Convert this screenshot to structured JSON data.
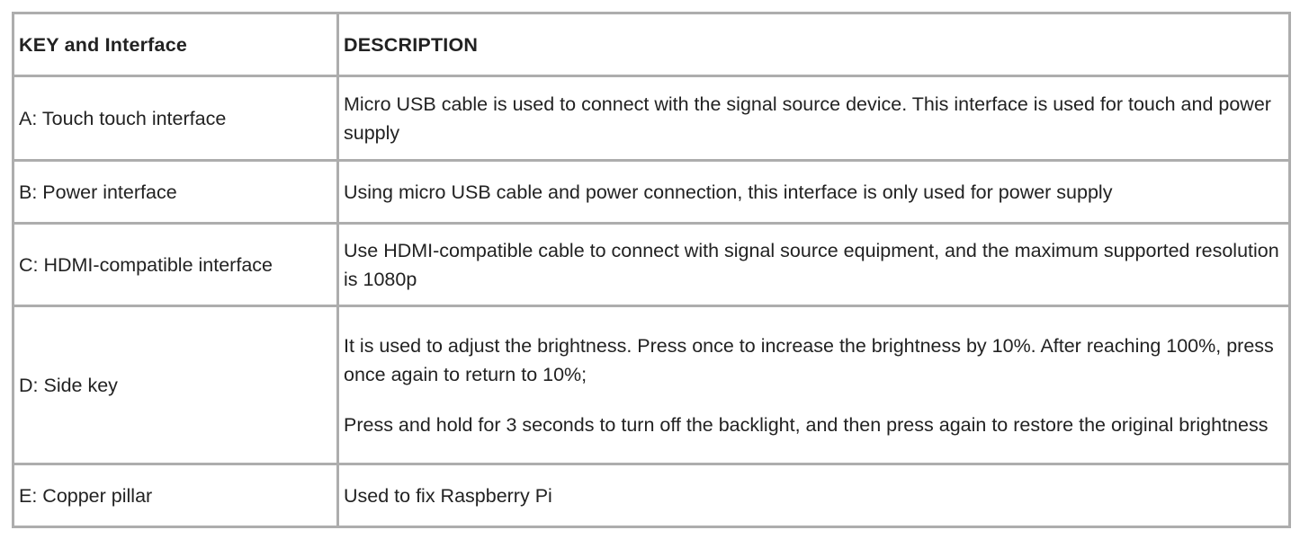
{
  "table": {
    "headers": {
      "key": "KEY and Interface",
      "description": "DESCRIPTION"
    },
    "rows": [
      {
        "key": "A: Touch touch interface",
        "description": [
          "Micro USB cable is used to connect with the signal source device. This interface is used for touch and power supply"
        ]
      },
      {
        "key": "B: Power interface",
        "description": [
          "Using micro USB cable and power connection, this interface is only used for power supply"
        ]
      },
      {
        "key": "C: HDMI-compatible interface",
        "description": [
          "Use HDMI-compatible cable to connect with signal source equipment, and the maximum supported resolution is 1080p"
        ]
      },
      {
        "key": "D: Side key",
        "description": [
          "It is used to adjust the brightness. Press once to increase the brightness by 10%. After reaching 100%, press once again to return to 10%;",
          "Press and hold for 3 seconds to turn off the backlight, and then press again to restore the original brightness"
        ]
      },
      {
        "key": "E: Copper pillar",
        "description": [
          "Used to fix Raspberry Pi"
        ]
      }
    ]
  },
  "colors": {
    "border": "#adadad",
    "text": "#222222",
    "background": "#ffffff"
  }
}
